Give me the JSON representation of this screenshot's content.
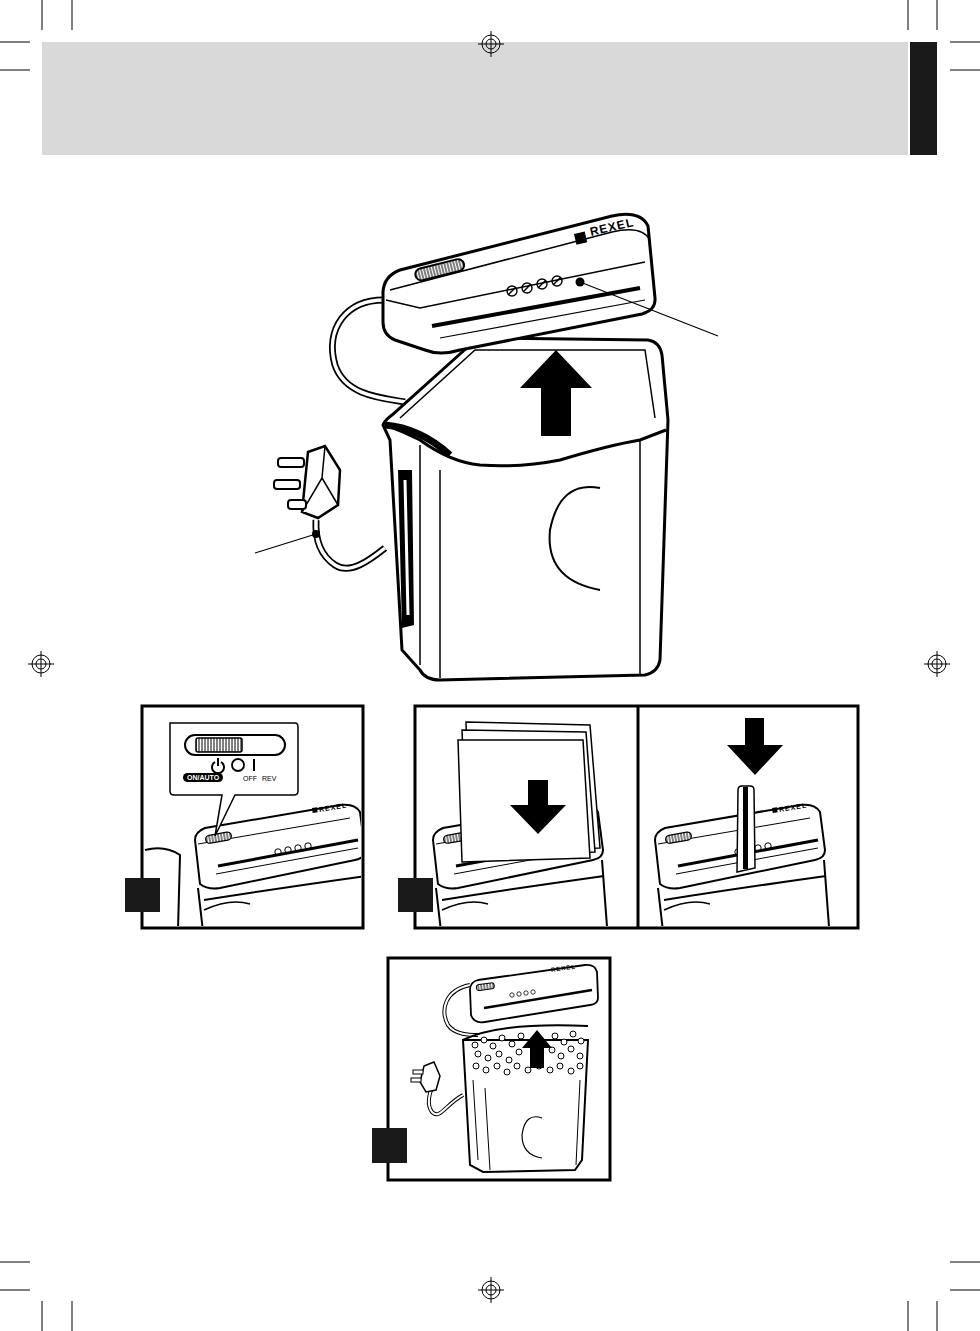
{
  "diagram": {
    "labels": [
      "REXEL",
      "ON/AUTO",
      "OFF",
      "REV",
      "REXEL",
      "REXEL",
      "REXEL"
    ]
  }
}
